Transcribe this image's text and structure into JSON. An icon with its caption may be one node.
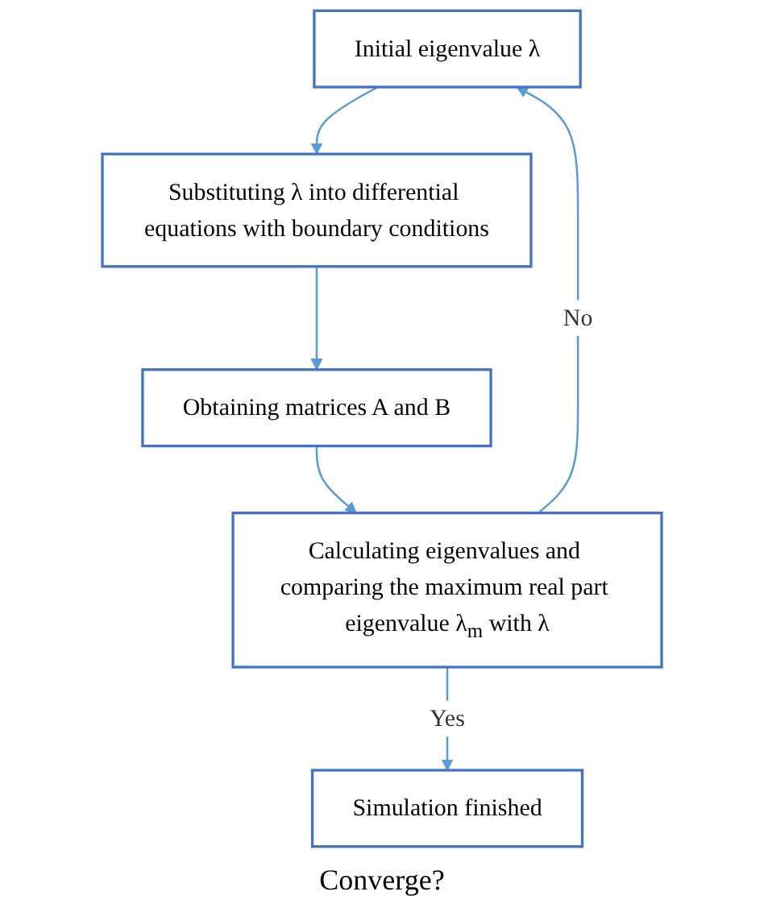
{
  "diagram": {
    "nodes": [
      {
        "text": [
          "Initial eigenvalue λ"
        ]
      },
      {
        "text": [
          "Substituting λ into differential equations with boundary conditions"
        ]
      },
      {
        "text": [
          "Obtaining matrices A and B"
        ]
      },
      {
        "text": [
          "Calculating eigenvalues and comparing the maximum real part eigenvalue λ$_{m}$ with λ"
        ]
      },
      {
        "text": [
          "Simulation finished"
        ]
      }
    ],
    "edges": [
      {
        "from": 0,
        "to": 1,
        "arrow": "to"
      },
      {
        "from": 1,
        "to": 2,
        "arrow": "to"
      },
      {
        "from": 2,
        "to": 3,
        "arrow": "to"
      },
      {
        "from": 3,
        "to": 4,
        "arrow": "to",
        "label": "Yes"
      },
      {
        "from": 3,
        "to": 0,
        "arrow": "to",
        "label": "No"
      }
    ],
    "labels": [
      "Converge?"
    ]
  }
}
